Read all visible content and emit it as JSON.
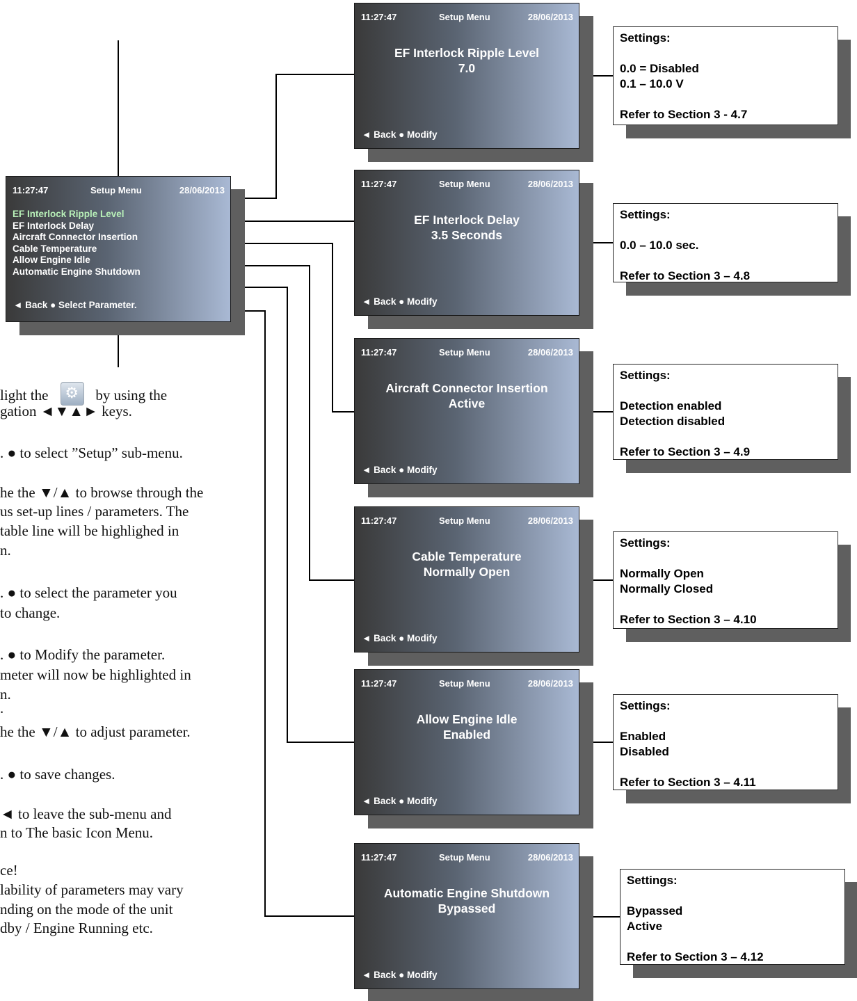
{
  "main_menu": {
    "time": "11:27:47",
    "title": "Setup Menu",
    "date": "28/06/2013",
    "items": [
      "EF Interlock Ripple Level",
      "EF Interlock Delay",
      "Aircraft Connector Insertion",
      "Cable Temperature",
      "Allow Engine Idle",
      "Automatic Engine Shutdown"
    ],
    "footer": "◄ Back  ● Select Parameter."
  },
  "screens": [
    {
      "time": "11:27:47",
      "title": "Setup Menu",
      "date": "28/06/2013",
      "line1": "EF Interlock Ripple Level",
      "line2": "7.0",
      "footer": "◄ Back ● Modify"
    },
    {
      "time": "11:27:47",
      "title": "Setup Menu",
      "date": "28/06/2013",
      "line1": "EF Interlock Delay",
      "line2": "3.5 Seconds",
      "footer": "◄ Back ● Modify"
    },
    {
      "time": "11:27:47",
      "title": "Setup Menu",
      "date": "28/06/2013",
      "line1": "Aircraft Connector Insertion",
      "line2": "Active",
      "footer": "◄ Back ● Modify"
    },
    {
      "time": "11:27:47",
      "title": "Setup Menu",
      "date": "28/06/2013",
      "line1": "Cable Temperature",
      "line2": "Normally Open",
      "footer": "◄ Back ● Modify"
    },
    {
      "time": "11:27:47",
      "title": "Setup Menu",
      "date": "28/06/2013",
      "line1": "Allow Engine Idle",
      "line2": "Enabled",
      "footer": "◄ Back ● Modify"
    },
    {
      "time": "11:27:47",
      "title": "Setup Menu",
      "date": "28/06/2013",
      "line1": "Automatic Engine Shutdown",
      "line2": "Bypassed",
      "footer": "◄ Back ● Modify"
    }
  ],
  "settings": [
    {
      "heading": "Settings:",
      "options": [
        "0.0 = Disabled",
        "0.1 – 10.0 V"
      ],
      "ref": "Refer to Section 3 - 4.7"
    },
    {
      "heading": "Settings:",
      "options": [
        "0.0 – 10.0 sec."
      ],
      "ref": "Refer to Section 3 – 4.8"
    },
    {
      "heading": "Settings:",
      "options": [
        "Detection enabled",
        "Detection disabled"
      ],
      "ref": "Refer to Section 3 – 4.9"
    },
    {
      "heading": "Settings:",
      "options": [
        "Normally Open",
        "Normally Closed"
      ],
      "ref": "Refer to Section 3 – 4.10"
    },
    {
      "heading": "Settings:",
      "options": [
        "Enabled",
        "Disabled"
      ],
      "ref": "Refer to Section 3 – 4.11"
    },
    {
      "heading": "Settings:",
      "options": [
        "Bypassed",
        "Active"
      ],
      "ref": "Refer to Section 3 – 4.12"
    }
  ],
  "instructions": {
    "l1a": "light  the",
    "l1b": "by using the",
    "l2": "gation ◄▼▲► keys.",
    "l3": ". ● to select ”Setup” sub-menu.",
    "l4": "he the ▼/▲ to browse through the",
    "l5": "us set-up lines / parameters. The",
    "l6": "table line will be highlighed in",
    "l7": "n.",
    "l8": ". ● to select the parameter you",
    "l9": " to change.",
    "l10": ". ● to Modify the parameter.",
    "l11": "meter will now be highlighted in",
    "l12": "n.",
    "l13": ".",
    "l14": "he the ▼/▲ to adjust parameter.",
    "l15": ". ● to save changes.",
    "l16": "◄ to leave the sub-menu and",
    "l17": "n to The basic Icon Menu.",
    "l18": "ce!",
    "l19": "lability of parameters may vary",
    "l20": "nding on the mode of the unit",
    "l21": "dby / Engine Running  etc."
  },
  "icons": {
    "settings": "gear-icon"
  }
}
